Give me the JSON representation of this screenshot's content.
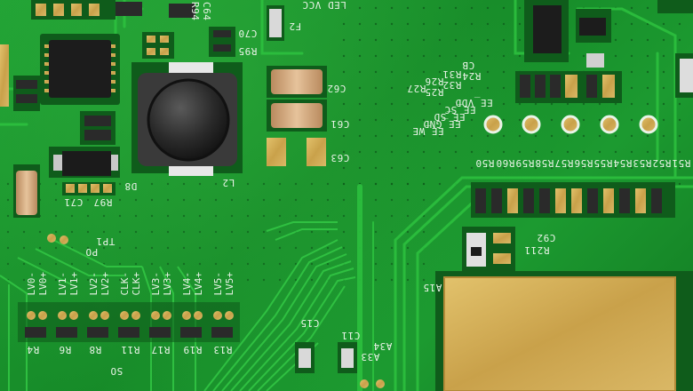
{
  "scene": "Close-up of a green printed circuit board with components",
  "colors": {
    "board": "#1a8f2c",
    "trace": "#2cc03e",
    "silkscreen": "#e9f3e7",
    "gold": "#d8b45a",
    "ic": "#1c1c1c"
  },
  "labels": {
    "c64": "C64",
    "r94": "R94",
    "r95": "R95",
    "c70": "C70",
    "f2": "F2",
    "led_vcc": "LED_VCC",
    "c62": "C62",
    "c61": "C61",
    "c63": "C63",
    "l2": "L2",
    "d8": "D8",
    "r97": "R97",
    "c71": "C71",
    "cb": "CB",
    "r24": "R24",
    "r31": "R31",
    "r32": "R32",
    "r26": "R26",
    "r25": "R25",
    "r27": "R27",
    "ee_vdd": "EE_VDD",
    "ee_sc": "EE_SC",
    "ee_sd": "EE_SD",
    "ee_gnd": "EE_GND",
    "ee_we": "EE_WE",
    "r50": "R50",
    "r60": "R60",
    "r59": "R59",
    "r58": "R58",
    "r57": "R57",
    "r56": "R56",
    "r55": "R55",
    "r54": "R54",
    "r53": "R53",
    "r52": "R52",
    "r51": "R51",
    "tp1": "TP1",
    "po": "PO",
    "c92": "C92",
    "r211": "R211",
    "a15": "A15",
    "lv0": "LV0-",
    "lv0b": "LV0+",
    "lv1": "LV1-",
    "lv1b": "LV1+",
    "lv2": "LV2-",
    "lv2b": "LV2+",
    "clk": "CLK-",
    "clkb": "CLK+",
    "lv3": "LV3-",
    "lv3b": "LV3+",
    "lv4": "LV4-",
    "lv4b": "LV4+",
    "lv5": "LV5-",
    "lv5b": "LV5+",
    "r4": "R4",
    "r6": "R6",
    "r8": "R8",
    "r11": "R11",
    "r17": "R17",
    "r19": "R19",
    "r13": "R13",
    "c15": "C15",
    "c11": "C11",
    "a34": "A34",
    "a33": "A33",
    "so": "SO"
  }
}
